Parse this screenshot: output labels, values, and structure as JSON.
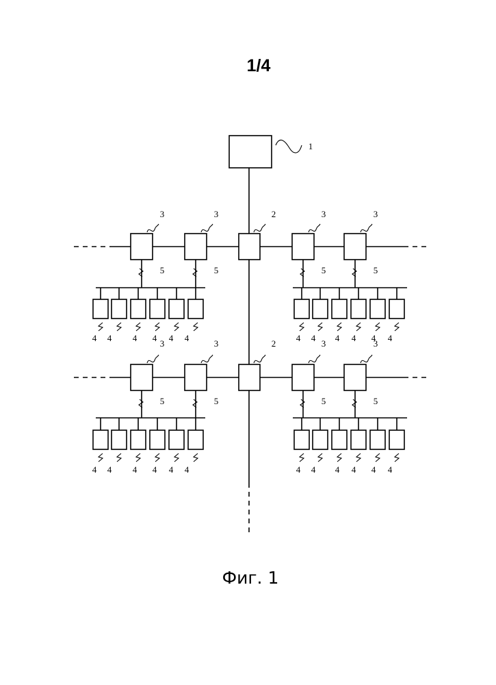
{
  "page": {
    "number": "1/4",
    "caption": "Фиг. 1"
  },
  "labels": {
    "server": "1",
    "switch": "2",
    "controller": "3",
    "sensor": "4",
    "link": "5"
  },
  "colors": {
    "ink": "#000000",
    "paper": "#ffffff"
  }
}
